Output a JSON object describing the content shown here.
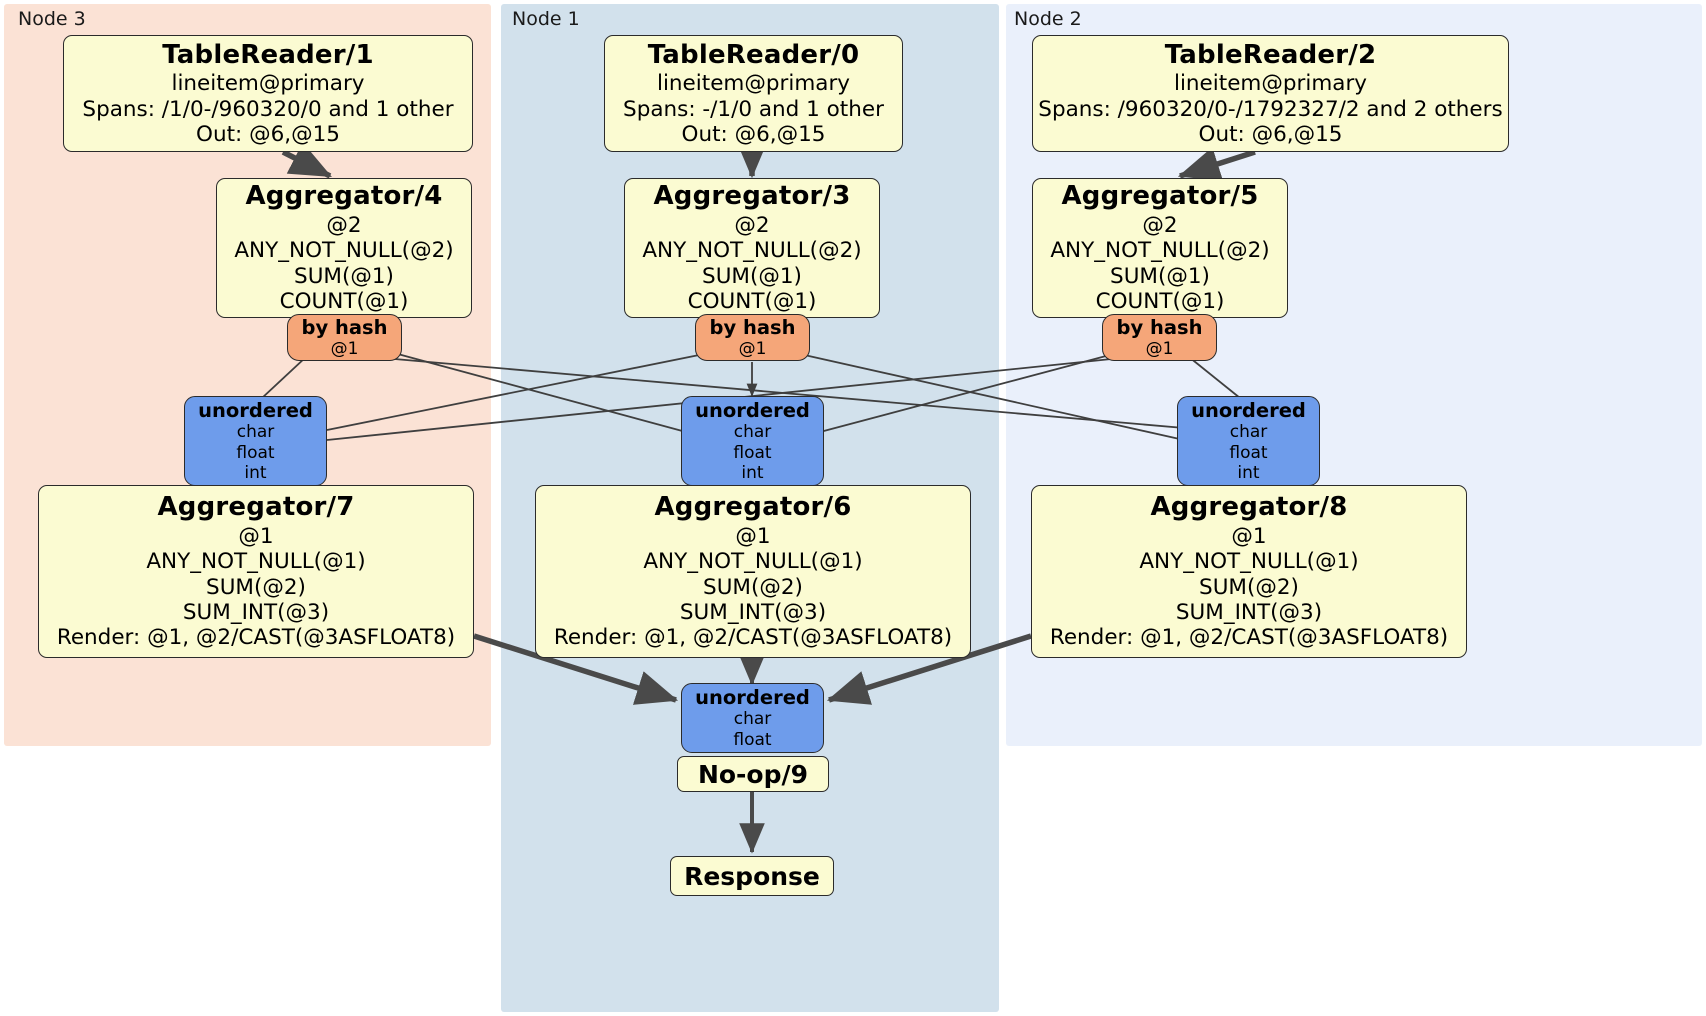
{
  "diagram": {
    "type": "distributed-query-execution-plan",
    "nodes": [
      {
        "id": "node3",
        "label": "Node 3",
        "color": "#fbe2d5"
      },
      {
        "id": "node1",
        "label": "Node 1",
        "color": "#d2e1ec"
      },
      {
        "id": "node2",
        "label": "Node 2",
        "color": "#eaf0fb"
      }
    ]
  },
  "processors": {
    "tablereader1": {
      "title": "TableReader/1",
      "line1": "lineitem@primary",
      "line2": "Spans: /1/0-/960320/0 and 1 other",
      "line3": "Out: @6,@15"
    },
    "tablereader0": {
      "title": "TableReader/0",
      "line1": "lineitem@primary",
      "line2": "Spans: -/1/0 and 1 other",
      "line3": "Out: @6,@15"
    },
    "tablereader2": {
      "title": "TableReader/2",
      "line1": "lineitem@primary",
      "line2": "Spans: /960320/0-/1792327/2 and 2 others",
      "line3": "Out: @6,@15"
    },
    "aggregator4": {
      "title": "Aggregator/4",
      "line1": "@2",
      "line2": "ANY_NOT_NULL(@2)",
      "line3": "SUM(@1)",
      "line4": "COUNT(@1)"
    },
    "aggregator3": {
      "title": "Aggregator/3",
      "line1": "@2",
      "line2": "ANY_NOT_NULL(@2)",
      "line3": "SUM(@1)",
      "line4": "COUNT(@1)"
    },
    "aggregator5": {
      "title": "Aggregator/5",
      "line1": "@2",
      "line2": "ANY_NOT_NULL(@2)",
      "line3": "SUM(@1)",
      "line4": "COUNT(@1)"
    },
    "aggregator7": {
      "title": "Aggregator/7",
      "line1": "@1",
      "line2": "ANY_NOT_NULL(@1)",
      "line3": "SUM(@2)",
      "line4": "SUM_INT(@3)",
      "line5": "Render: @1, @2/CAST(@3ASFLOAT8)"
    },
    "aggregator6": {
      "title": "Aggregator/6",
      "line1": "@1",
      "line2": "ANY_NOT_NULL(@1)",
      "line3": "SUM(@2)",
      "line4": "SUM_INT(@3)",
      "line5": "Render: @1, @2/CAST(@3ASFLOAT8)"
    },
    "aggregator8": {
      "title": "Aggregator/8",
      "line1": "@1",
      "line2": "ANY_NOT_NULL(@1)",
      "line3": "SUM(@2)",
      "line4": "SUM_INT(@3)",
      "line5": "Render: @1, @2/CAST(@3ASFLOAT8)"
    },
    "noop9": {
      "title": "No-op/9"
    },
    "response": {
      "title": "Response"
    }
  },
  "hash_outputs": {
    "hash_left": {
      "title": "by hash",
      "line1": "@1"
    },
    "hash_mid": {
      "title": "by hash",
      "line1": "@1"
    },
    "hash_right": {
      "title": "by hash",
      "line1": "@1"
    }
  },
  "routers": {
    "unordered_left": {
      "title": "unordered",
      "line1": "char",
      "line2": "float",
      "line3": "int"
    },
    "unordered_mid": {
      "title": "unordered",
      "line1": "char",
      "line2": "float",
      "line3": "int"
    },
    "unordered_right": {
      "title": "unordered",
      "line1": "char",
      "line2": "float",
      "line3": "int"
    },
    "unordered_final": {
      "title": "unordered",
      "line1": "char",
      "line2": "float"
    }
  },
  "colors": {
    "processor_fill": "#fbfbd2",
    "router_fill": "#6e9ceb",
    "hash_fill": "#f5a679",
    "stroke": "#2b2b2b",
    "node3_panel": "#fbe2d5",
    "node1_panel": "#d2e1ec",
    "node2_panel": "#eaf0fb"
  }
}
